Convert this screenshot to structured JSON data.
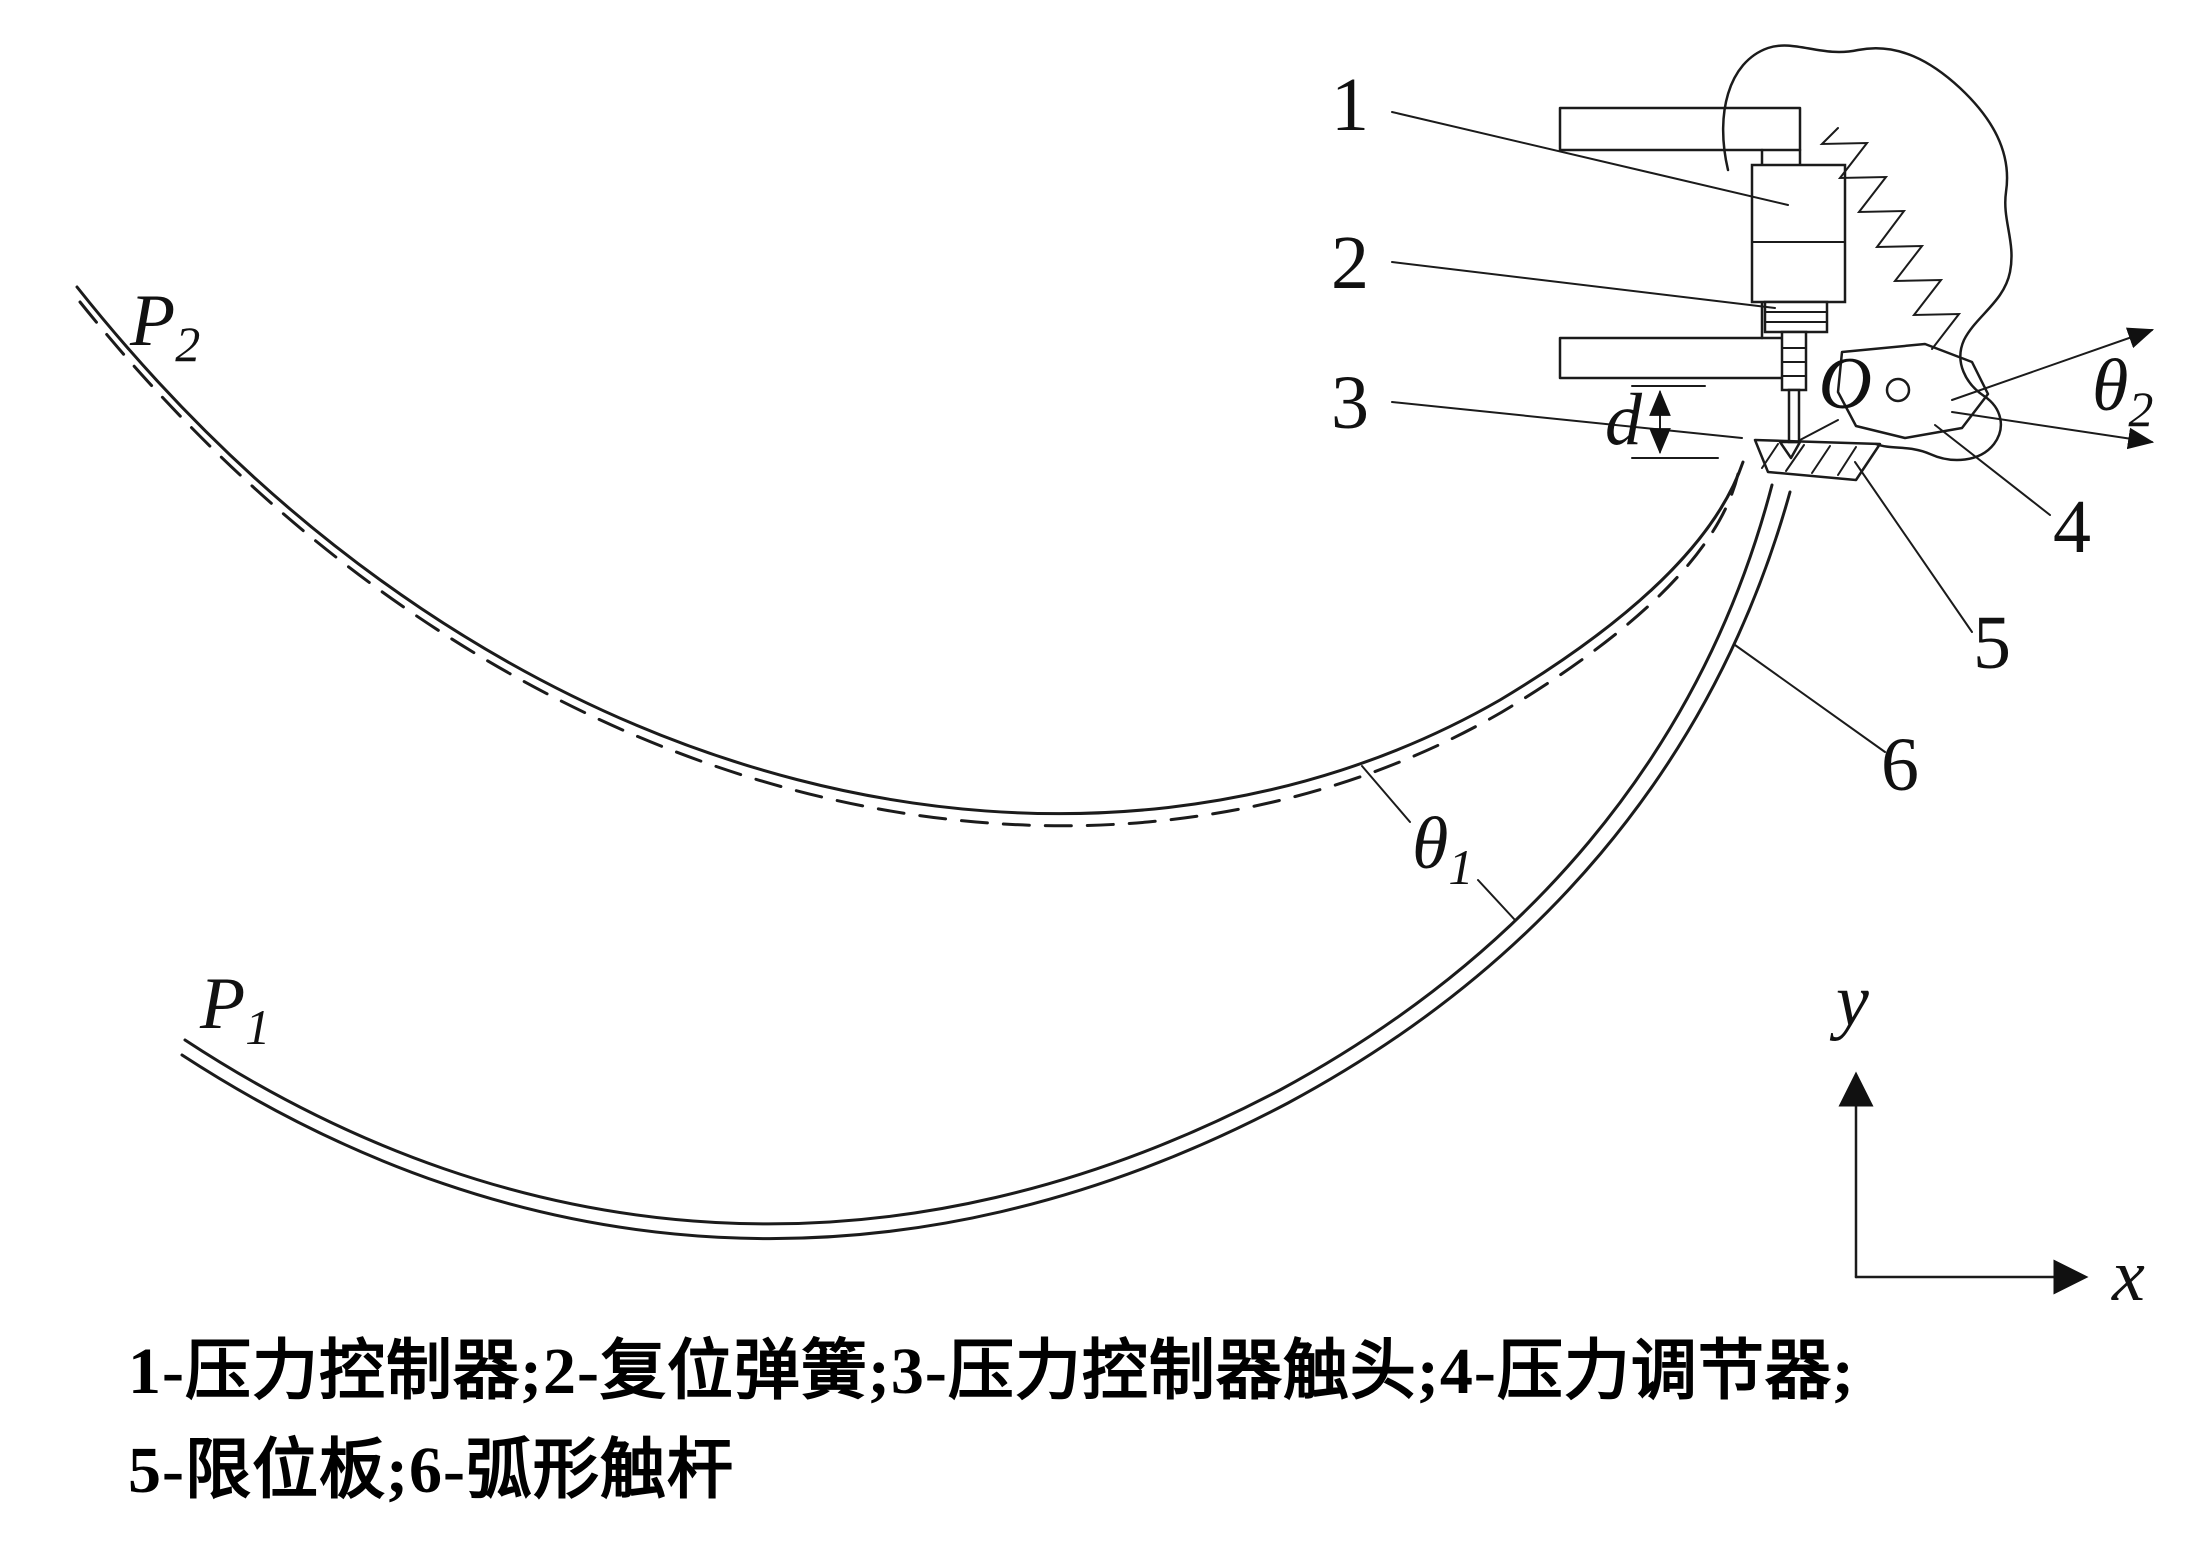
{
  "figure": {
    "caption_line1": "1-压力控制器;2-复位弹簧;3-压力控制器触头;4-压力调节器;",
    "caption_line2": "5-限位板;6-弧形触杆"
  },
  "labels": {
    "part1": "1",
    "part2": "2",
    "part3": "3",
    "part4": "4",
    "part5": "5",
    "part6": "6",
    "p1": {
      "main": "P",
      "sub": "1"
    },
    "p2": {
      "main": "P",
      "sub": "2"
    },
    "theta1": {
      "main": "θ",
      "sub": "1"
    },
    "theta2": {
      "main": "θ",
      "sub": "2"
    },
    "d": "d",
    "origin": "O",
    "axis_x": "x",
    "axis_y": "y"
  }
}
